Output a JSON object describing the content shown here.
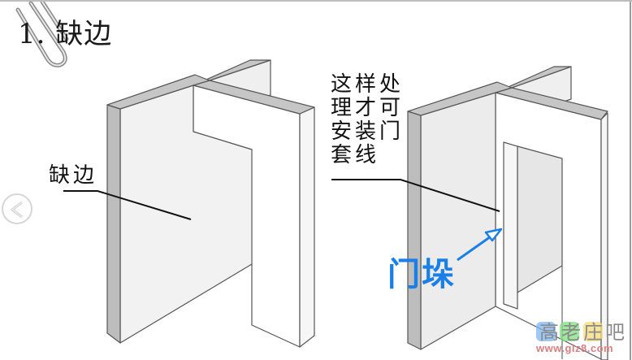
{
  "slide": {
    "title": "1. 缺边",
    "left_label": "缺边",
    "note_columns": [
      [
        "这",
        "理",
        "安",
        "套"
      ],
      [
        "样",
        "才",
        "装",
        "线"
      ],
      [
        "处",
        "可",
        "门"
      ]
    ],
    "note_text": "这样处理才可安装门套线",
    "blue_label": "门垛",
    "colors": {
      "accent_blue": "#1a7fe6",
      "wall_top": "#c4c4c4",
      "wall_face": "#f2f2f2",
      "wall_side": "#bfbfbf",
      "outline": "#555555"
    }
  },
  "navigation": {
    "prev_icon": "chevron-left-circle-icon"
  },
  "paperclip": {
    "icon": "paperclip-icon"
  },
  "watermark": {
    "chars": "高老庄吧",
    "url": "www.glz8.com",
    "colors": [
      "#7fb6f0",
      "#7fe07f",
      "#f5dc7a"
    ]
  }
}
